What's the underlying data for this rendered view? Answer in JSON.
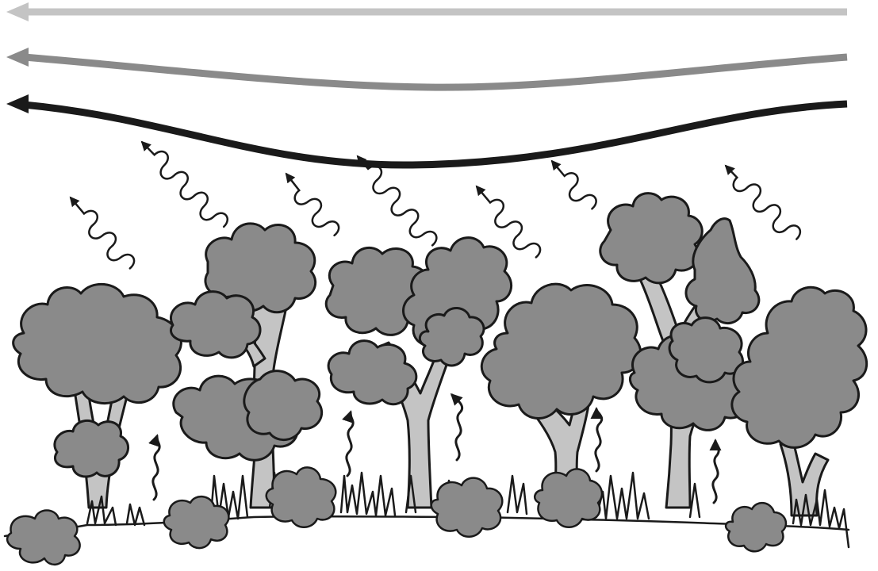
{
  "colors": {
    "arrow_top": "#c4c4c4",
    "arrow_middle": "#8a8a8a",
    "arrow_bottom": "#1a1a1a",
    "foliage": "#8a8a8a",
    "trunk": "#c4c4c4",
    "outline": "#1a1a1a",
    "background": "#ffffff"
  },
  "flow_arrows": [
    {
      "name": "upper-air-flow-arrow",
      "shade": "light"
    },
    {
      "name": "middle-air-flow-arrow",
      "shade": "medium"
    },
    {
      "name": "lower-air-flow-arrow",
      "shade": "dark"
    }
  ],
  "icons": {
    "turbulent_eddy": "coil-arrow-icon",
    "rising_air": "wavy-up-arrow-icon",
    "tree": "tree-icon",
    "ground_plant": "fern-icon"
  }
}
